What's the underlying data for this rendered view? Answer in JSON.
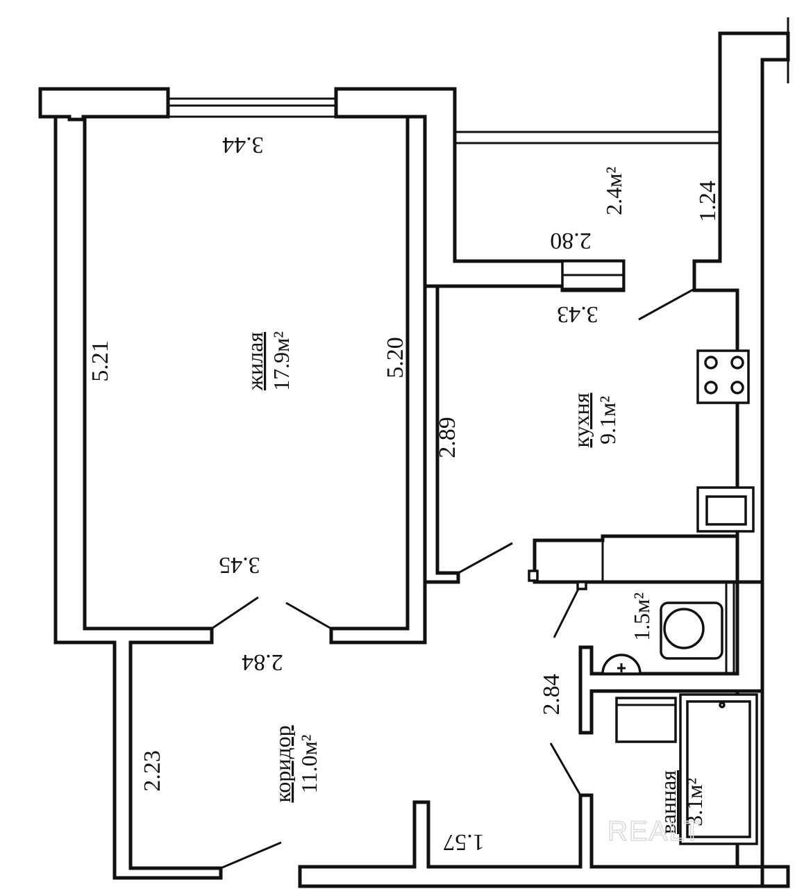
{
  "rooms": {
    "living": {
      "name": "жилая",
      "area": "17.9м²"
    },
    "kitchen": {
      "name": "кухня",
      "area": "9.1м²"
    },
    "corridor": {
      "name": "коридор",
      "area": "11.0м²"
    },
    "bathroom": {
      "name": "ванная",
      "area": "3.1м²"
    },
    "toilet": {
      "area": "1.5м²"
    },
    "balcony": {
      "area": "2.4м²"
    }
  },
  "dimensions": {
    "living_top": "3.44",
    "living_left": "5.21",
    "living_right": "5.20",
    "living_bottom": "3.45",
    "balcony_bottom": "2.80",
    "balcony_side": "1.24",
    "kitchen_top": "3.43",
    "kitchen_left": "2.89",
    "corridor_top": "2.84",
    "corridor_left": "2.23",
    "corridor_right": "2.84",
    "corridor_bottom": "1.57"
  },
  "watermark": "REALT",
  "colors": {
    "line": "#111111",
    "background": "#ffffff"
  }
}
